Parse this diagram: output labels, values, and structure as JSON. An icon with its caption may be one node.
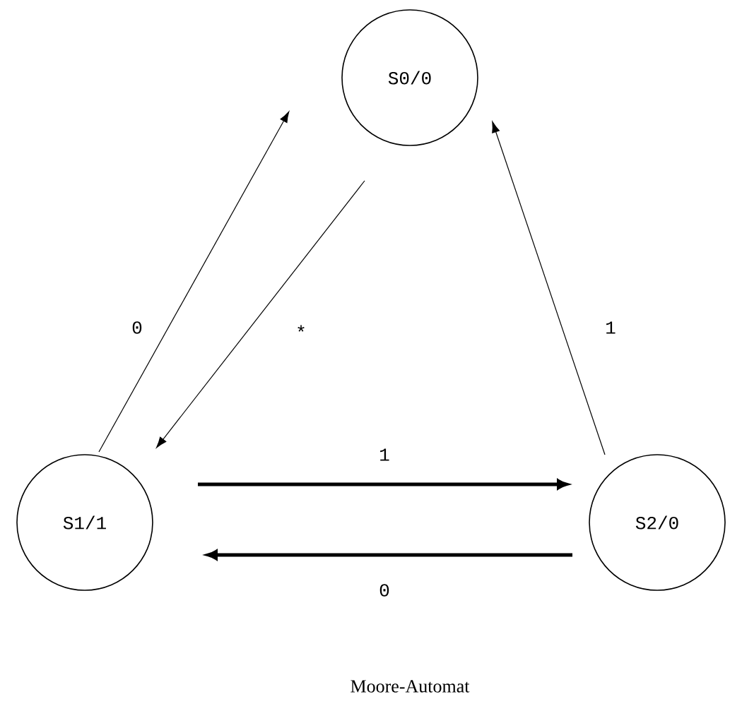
{
  "diagram": {
    "caption": "Moore-Automat",
    "nodes": [
      {
        "text": [
          "S0/0"
        ]
      },
      {
        "text": [
          "S1/1"
        ]
      },
      {
        "text": [
          "S2/0"
        ]
      }
    ],
    "edges": [
      {
        "from": 1,
        "to": 0,
        "arrow": "to",
        "label": "0"
      },
      {
        "from": 0,
        "to": 1,
        "arrow": "to",
        "label": "*"
      },
      {
        "from": 2,
        "to": 0,
        "arrow": "to",
        "label": "1"
      },
      {
        "from": 1,
        "to": 2,
        "arrow": "to",
        "label": "1",
        "style": "thick"
      },
      {
        "from": 2,
        "to": 1,
        "arrow": "to",
        "label": "0",
        "style": "thick"
      }
    ]
  }
}
